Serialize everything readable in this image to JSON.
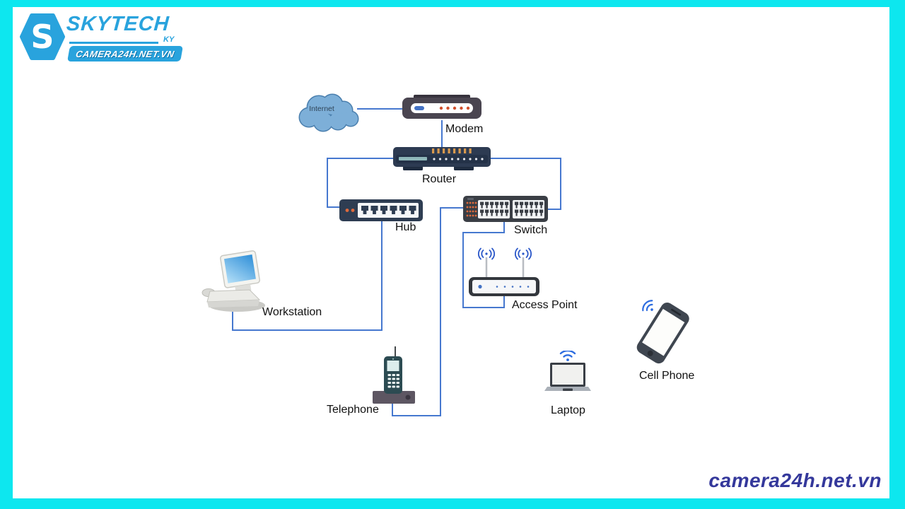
{
  "brand": {
    "name": "SKYTECH",
    "tagline": "KY",
    "banner": "CAMERA24H.NET.VN",
    "monogram": "S",
    "color": "#29a3dd"
  },
  "watermark": {
    "text": "camera24h.net.vn",
    "color": "#34389b"
  },
  "colors": {
    "frame_cyan": "#0de7ef",
    "link_blue": "#4678cf",
    "label_text": "#111111",
    "cloud_fill": "#7dafd8",
    "device_navy": "#2d3b52",
    "port_orange": "#e06a3c",
    "wifi_blue": "#2e6de0"
  },
  "diagram": {
    "nodes": [
      {
        "id": "internet",
        "type": "cloud-icon",
        "label": "Internet"
      },
      {
        "id": "modem",
        "type": "modem-icon",
        "label": "Modem"
      },
      {
        "id": "router",
        "type": "router-icon",
        "label": "Router"
      },
      {
        "id": "hub",
        "type": "hub-icon",
        "label": "Hub"
      },
      {
        "id": "switch",
        "type": "switch-icon",
        "label": "Switch"
      },
      {
        "id": "workstation",
        "type": "desktop-computer-icon",
        "label": "Workstation"
      },
      {
        "id": "access_point",
        "type": "wireless-access-point-icon",
        "label": "Access Point"
      },
      {
        "id": "telephone",
        "type": "cordless-phone-icon",
        "label": "Telephone"
      },
      {
        "id": "laptop",
        "type": "laptop-wifi-icon",
        "label": "Laptop"
      },
      {
        "id": "cell_phone",
        "type": "smartphone-wifi-icon",
        "label": "Cell Phone"
      }
    ],
    "edges": [
      {
        "from": "internet",
        "to": "modem"
      },
      {
        "from": "modem",
        "to": "router"
      },
      {
        "from": "router",
        "to": "hub"
      },
      {
        "from": "router",
        "to": "switch"
      },
      {
        "from": "hub",
        "to": "workstation"
      },
      {
        "from": "switch",
        "to": "access_point"
      },
      {
        "from": "switch",
        "to": "telephone"
      }
    ]
  }
}
